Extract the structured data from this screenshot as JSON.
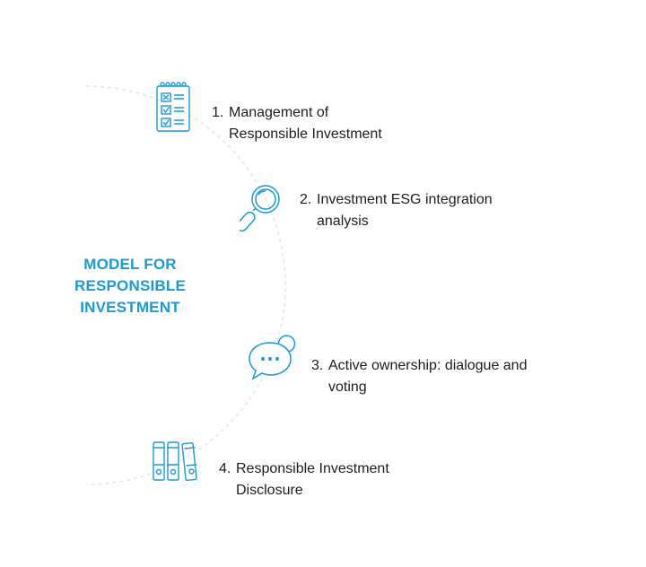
{
  "center_title": [
    "MODEL FOR",
    "RESPONSIBLE",
    "INVESTMENT"
  ],
  "steps": [
    {
      "number": "1.",
      "line1": "Management of",
      "line2": "Responsible Investment",
      "icon": "checklist-icon"
    },
    {
      "number": "2.",
      "line1": "Investment ESG integration",
      "line2": "analysis",
      "icon": "magnifier-icon"
    },
    {
      "number": "3.",
      "line1": "Active ownership: dialogue and",
      "line2": "voting",
      "icon": "speech-bubbles-icon"
    },
    {
      "number": "4.",
      "line1": "Responsible Investment",
      "line2": "Disclosure",
      "icon": "binders-icon"
    }
  ],
  "colors": {
    "accent": "#1a9ad6",
    "text": "#1d1d1d",
    "arc": "#e6e6e6"
  }
}
